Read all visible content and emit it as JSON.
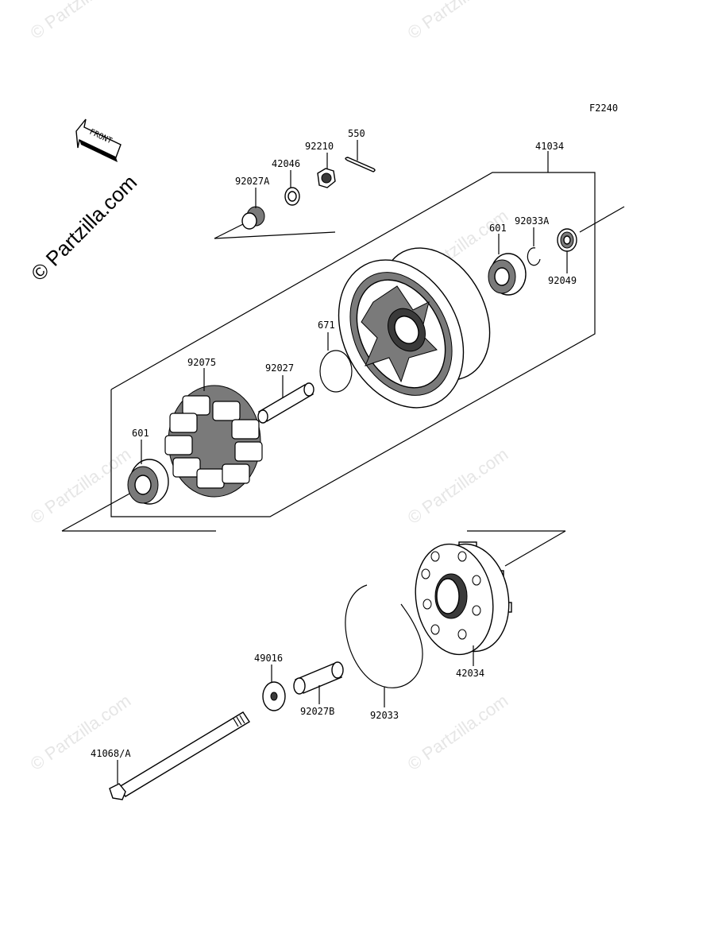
{
  "figure_code": "F2240",
  "front_label": "FRONT",
  "watermark": "© Partzilla.com",
  "parts": {
    "p41034": "41034",
    "p550": "550",
    "p92210": "92210",
    "p42046": "42046",
    "p92027A": "92027A",
    "p601_right": "601",
    "p92033A": "92033A",
    "p92049": "92049",
    "p671": "671",
    "p92075": "92075",
    "p92027": "92027",
    "p601_left": "601",
    "p49016": "49016",
    "p92027B": "92027B",
    "p92033": "92033",
    "p42034": "42034",
    "p41068A": "41068/A"
  }
}
